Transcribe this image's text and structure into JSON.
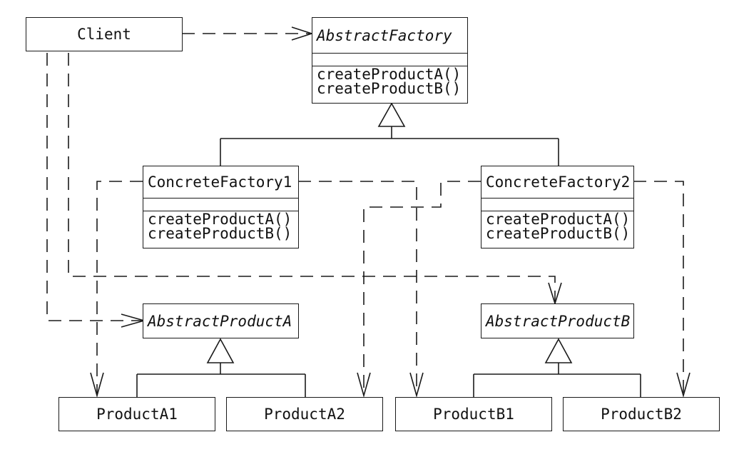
{
  "diagram": {
    "client": {
      "label": "Client"
    },
    "abstract_factory": {
      "name": "AbstractFactory",
      "operations": [
        "createProductA()",
        "createProductB()"
      ]
    },
    "concrete_factory_1": {
      "name": "ConcreteFactory1",
      "operations": [
        "createProductA()",
        "createProductB()"
      ]
    },
    "concrete_factory_2": {
      "name": "ConcreteFactory2",
      "operations": [
        "createProductA()",
        "createProductB()"
      ]
    },
    "abstract_product_a": {
      "name": "AbstractProductA"
    },
    "abstract_product_b": {
      "name": "AbstractProductB"
    },
    "products": {
      "a1": "ProductA1",
      "a2": "ProductA2",
      "b1": "ProductB1",
      "b2": "ProductB2"
    }
  },
  "colors": {
    "line": "#1a1a1a",
    "background": "#ffffff"
  }
}
